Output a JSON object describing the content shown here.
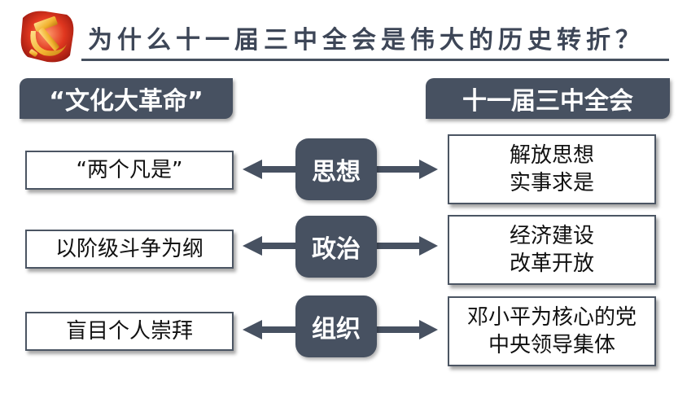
{
  "title": "为什么十一届三中全会是伟大的历史转折？",
  "left_header": "“文化大革命”",
  "right_header": "十一届三中全会",
  "rows": [
    {
      "left": "“两个凡是”",
      "center": "思想",
      "right_line1": "解放思想",
      "right_line2": "实事求是"
    },
    {
      "left": "以阶级斗争为纲",
      "center": "政治",
      "right_line1": "经济建设",
      "right_line2": "改革开放"
    },
    {
      "left": "盲目个人崇拜",
      "center": "组织",
      "right_line1": "邓小平为核心的党",
      "right_line2": "中央领导集体"
    }
  ],
  "colors": {
    "accent": "#475161",
    "emblem_red": "#d42a1e",
    "emblem_gold": "#f2b230"
  },
  "icons": {
    "logo": "hammer-sickle-emblem-icon"
  }
}
